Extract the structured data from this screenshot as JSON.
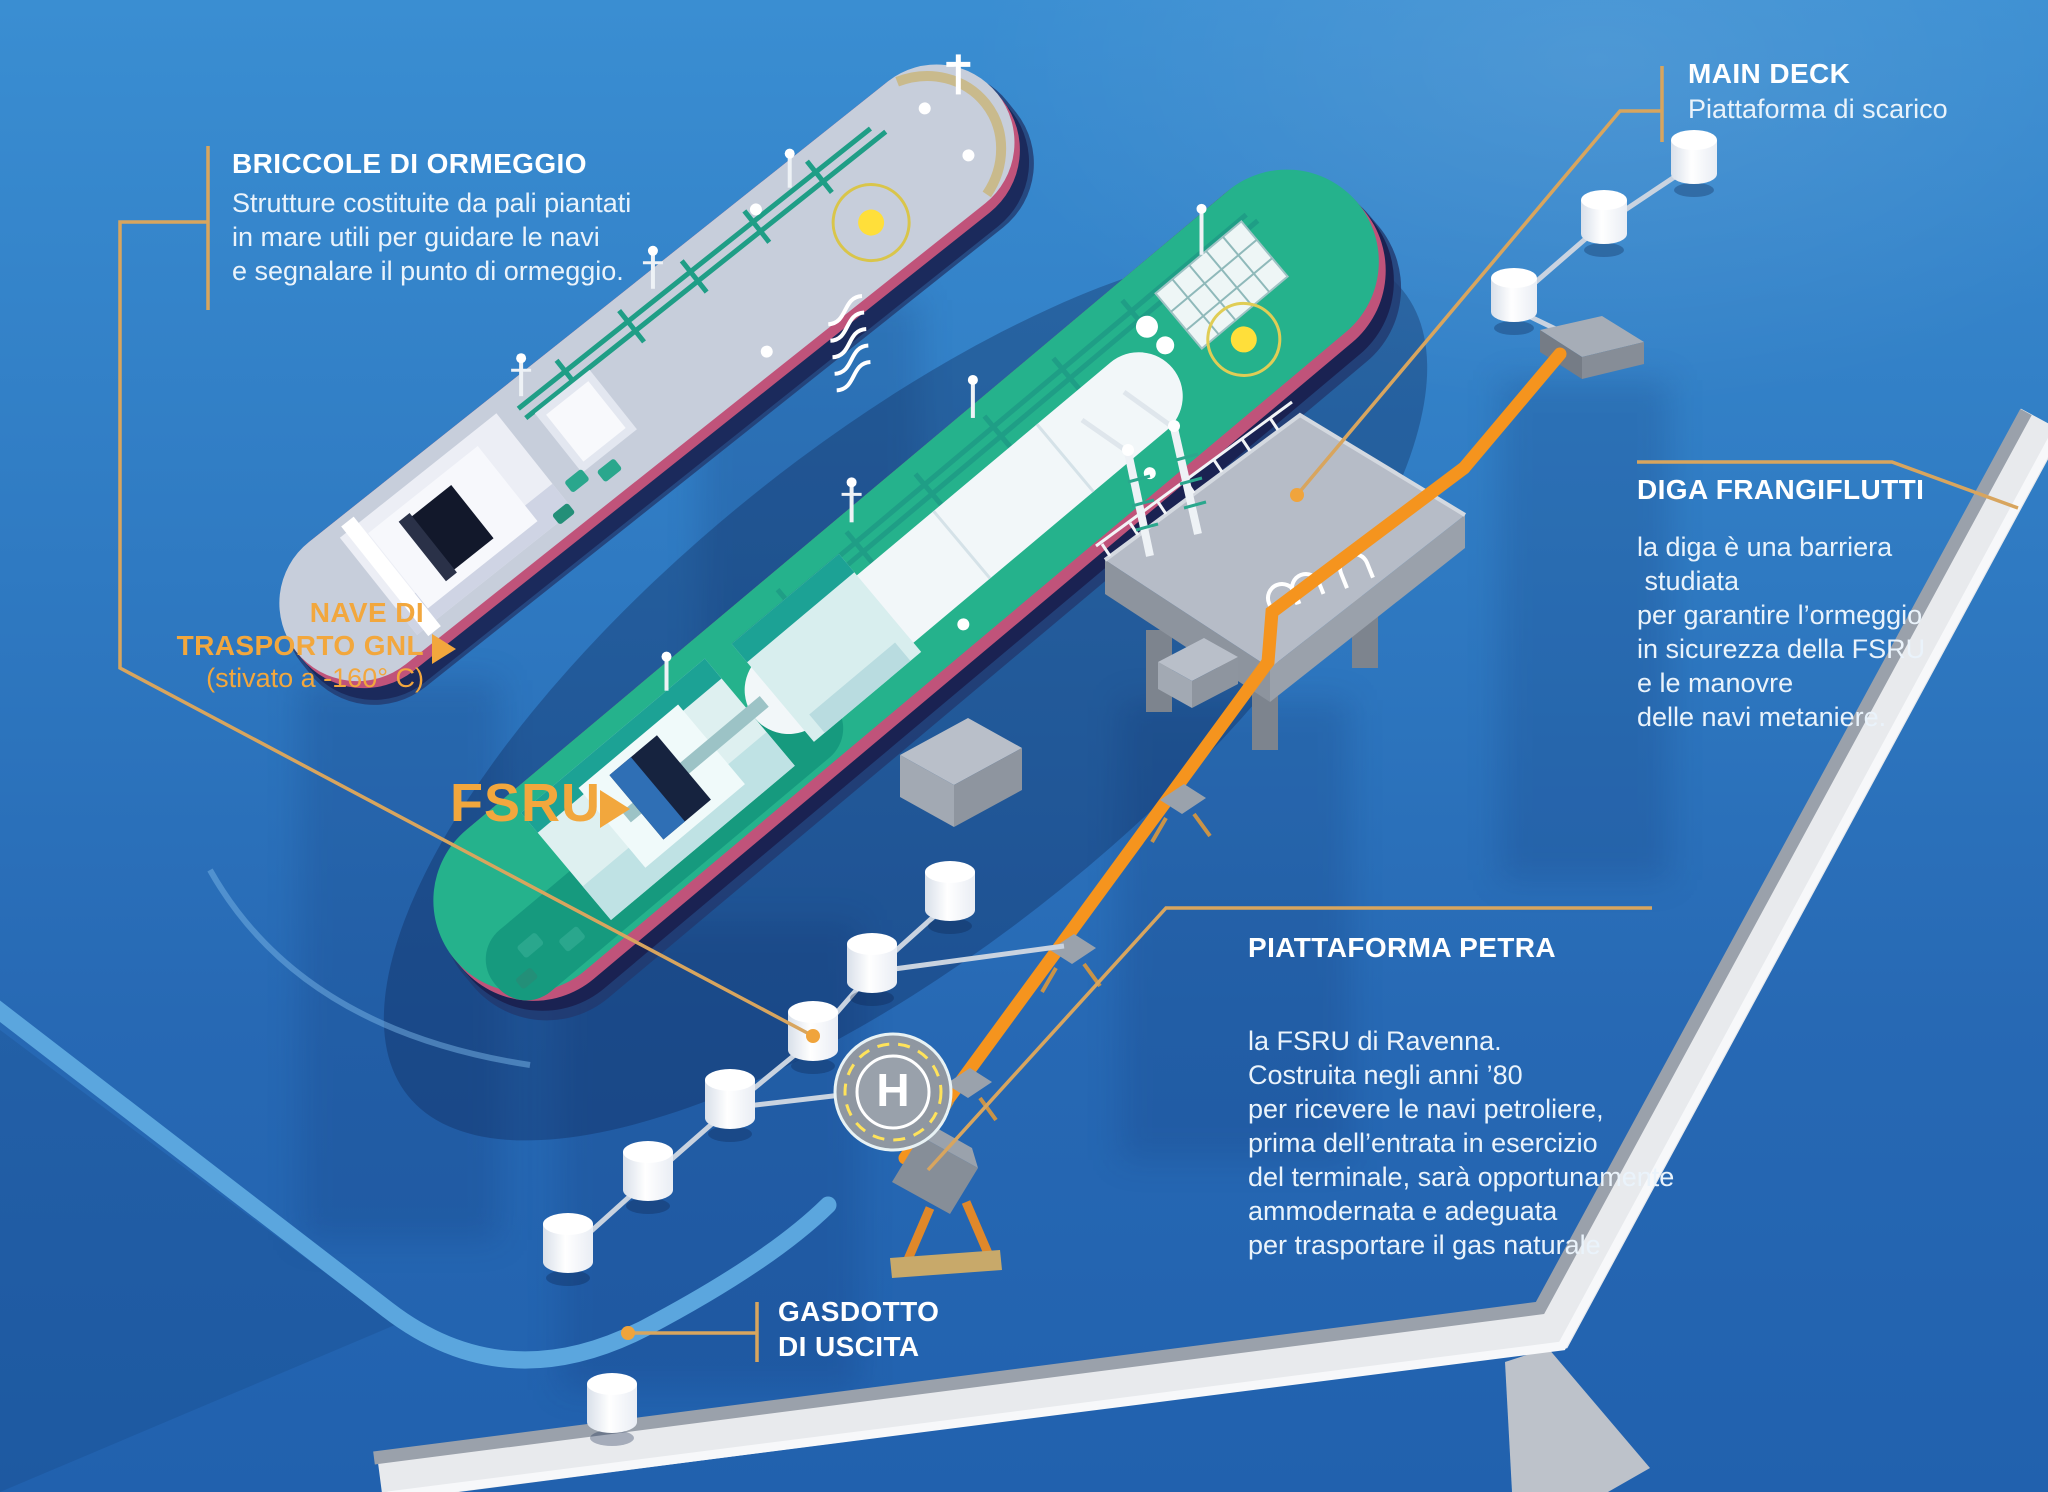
{
  "infographic": {
    "subject": "FSRU Ravenna LNG terminal scheme",
    "colors": {
      "sea_top": "#3a8ed2",
      "sea_bottom": "#2161ae",
      "accent_orange": "#f2a73d",
      "leader_line": "#d8a55e",
      "pipeline_orange": "#f5941e",
      "gas_pipe_blue": "#5ba6de",
      "ship_teal": "#25b28c",
      "hull_navy": "#1a2252",
      "breakwater_light": "#e8eaed",
      "breakwater_dark": "#9aa1ab",
      "text_white": "#ffffff"
    },
    "icons": {
      "arrow_right": "▶",
      "helipad": "H"
    }
  },
  "labels": {
    "briccole": {
      "title": "BRICCOLE DI ORMEGGIO",
      "body": "Strutture costituite da pali piantati\nin mare utili per guidare le navi\ne segnalare il punto di ormeggio."
    },
    "main_deck": {
      "title": "MAIN DECK",
      "subtitle": "Piattaforma di scarico"
    },
    "nave": {
      "line1": "NAVE DI",
      "line2": "TRASPORTO GNL",
      "line3": "(stivato a -160° C)"
    },
    "fsru": {
      "title": "FSRU"
    },
    "diga": {
      "title": "DIGA FRANGIFLUTTI",
      "body": "la diga è una barriera\n studiata\nper garantire l’ormeggio\nin sicurezza della FSRU\ne le manovre\ndelle navi metaniere."
    },
    "petra": {
      "title": "PIATTAFORMA PETRA",
      "body": "la FSRU di Ravenna.\nCostruita negli anni ’80\nper ricevere le navi petroliere,\nprima dell’entrata in esercizio\ndel terminale, sarà opportunamente\nammodernata e adeguata\nper trasportare il gas naturale"
    },
    "gasdotto": {
      "title": "GASDOTTO\nDI USCITA"
    },
    "helipad": {
      "letter": "H"
    }
  }
}
